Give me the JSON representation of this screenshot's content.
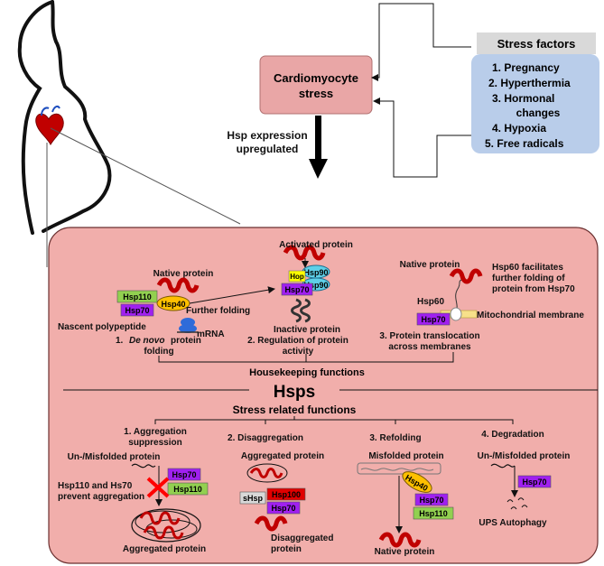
{
  "colors": {
    "stress_box": "#e9a6a6",
    "main_panel": "#f1aeab",
    "factors_box": "#b9cdea",
    "factors_header": "#d9d9d9",
    "hsp110": "#92d050",
    "hsp70": "#a020f0",
    "hsp40": "#ffc000",
    "hsp90": "#5fd0e8",
    "hop": "#ffff00",
    "hsp100": "#e00000",
    "shsp": "#d9d9d9",
    "protein": "#c00000",
    "heart": "#c00000"
  },
  "stress_factors": {
    "title": "Stress factors",
    "items": [
      "1.   Pregnancy",
      "2.  Hyperthermia",
      "3.   Hormonal",
      "changes",
      "4.   Hypoxia",
      "5.   Free radicals"
    ]
  },
  "cardio": {
    "line1": "Cardiomyocyte",
    "line2": "stress"
  },
  "hsp_expression": {
    "line1": "Hsp expression",
    "line2": "upregulated"
  },
  "housekeeping": {
    "activated_protein": "Activated protein",
    "native_protein_1": "Native protein",
    "further_folding": "Further folding",
    "nascent": "Nascent polypeptide",
    "mrna": "mRNA",
    "item1_num": "1.",
    "item1_italic": "De novo",
    "item1_rest": "protein",
    "item1_line2": "folding",
    "inactive": "Inactive protein",
    "item2_line1": "2. Regulation of protein",
    "item2_line2": "activity",
    "native_protein_3": "Native protein",
    "hsp60_note_1": "Hsp60 facilitates",
    "hsp60_note_2": "further folding of",
    "hsp60_note_3": "protein from Hsp70",
    "mito": "Mitochondrial membrane",
    "item3_line1": "3. Protein translocation",
    "item3_line2": "across membranes",
    "title": "Housekeeping functions"
  },
  "labels": {
    "hsp110": "Hsp110",
    "hsp70": "Hsp70",
    "hsp40": "Hsp40",
    "hsp90": "Hsp90",
    "hop": "Hop",
    "hsp60": "Hsp60",
    "hsp100": "Hsp100",
    "shsp": "sHsp"
  },
  "hsps_title": "Hsps",
  "stress_related": {
    "title": "Stress related functions",
    "c1_title_1": "1. Aggregation",
    "c1_title_2": "suppression",
    "c1_unmis": "Un-/Misfolded protein",
    "c1_note_1": "Hsp110 and Hs70",
    "c1_note_2": "prevent aggregation",
    "c1_aggregated": "Aggregated protein",
    "c2_title": "2. Disaggregation",
    "c2_aggregated": "Aggregated protein",
    "c2_disagg_1": "Disaggregated",
    "c2_disagg_2": "protein",
    "c3_title": "3. Refolding",
    "c3_misfolded": "Misfolded protein",
    "c3_native": "Native protein",
    "c4_title": "4. Degradation",
    "c4_unmis": "Un-/Misfolded protein",
    "c4_ups": "UPS Autophagy"
  }
}
